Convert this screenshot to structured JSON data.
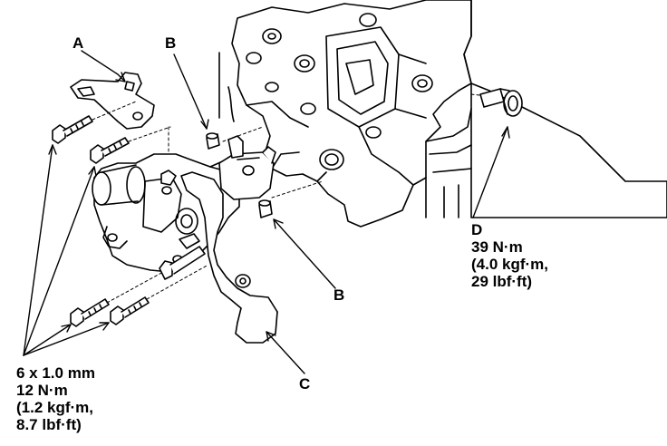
{
  "labels": {
    "a": "A",
    "b_top": "B",
    "b_bottom": "B",
    "c": "C",
    "d": {
      "lines": [
        "D",
        "39 N·m",
        "(4.0 kgf·m,",
        "29 lbf·ft)"
      ]
    },
    "bolt_spec": {
      "lines": [
        "6 x 1.0 mm",
        "12 N·m",
        "(1.2 kgf·m,",
        "8.7 lbf·ft)"
      ]
    }
  },
  "colors": {
    "ink": "#000000",
    "paper": "#ffffff",
    "shade": "#d9d9d9"
  }
}
